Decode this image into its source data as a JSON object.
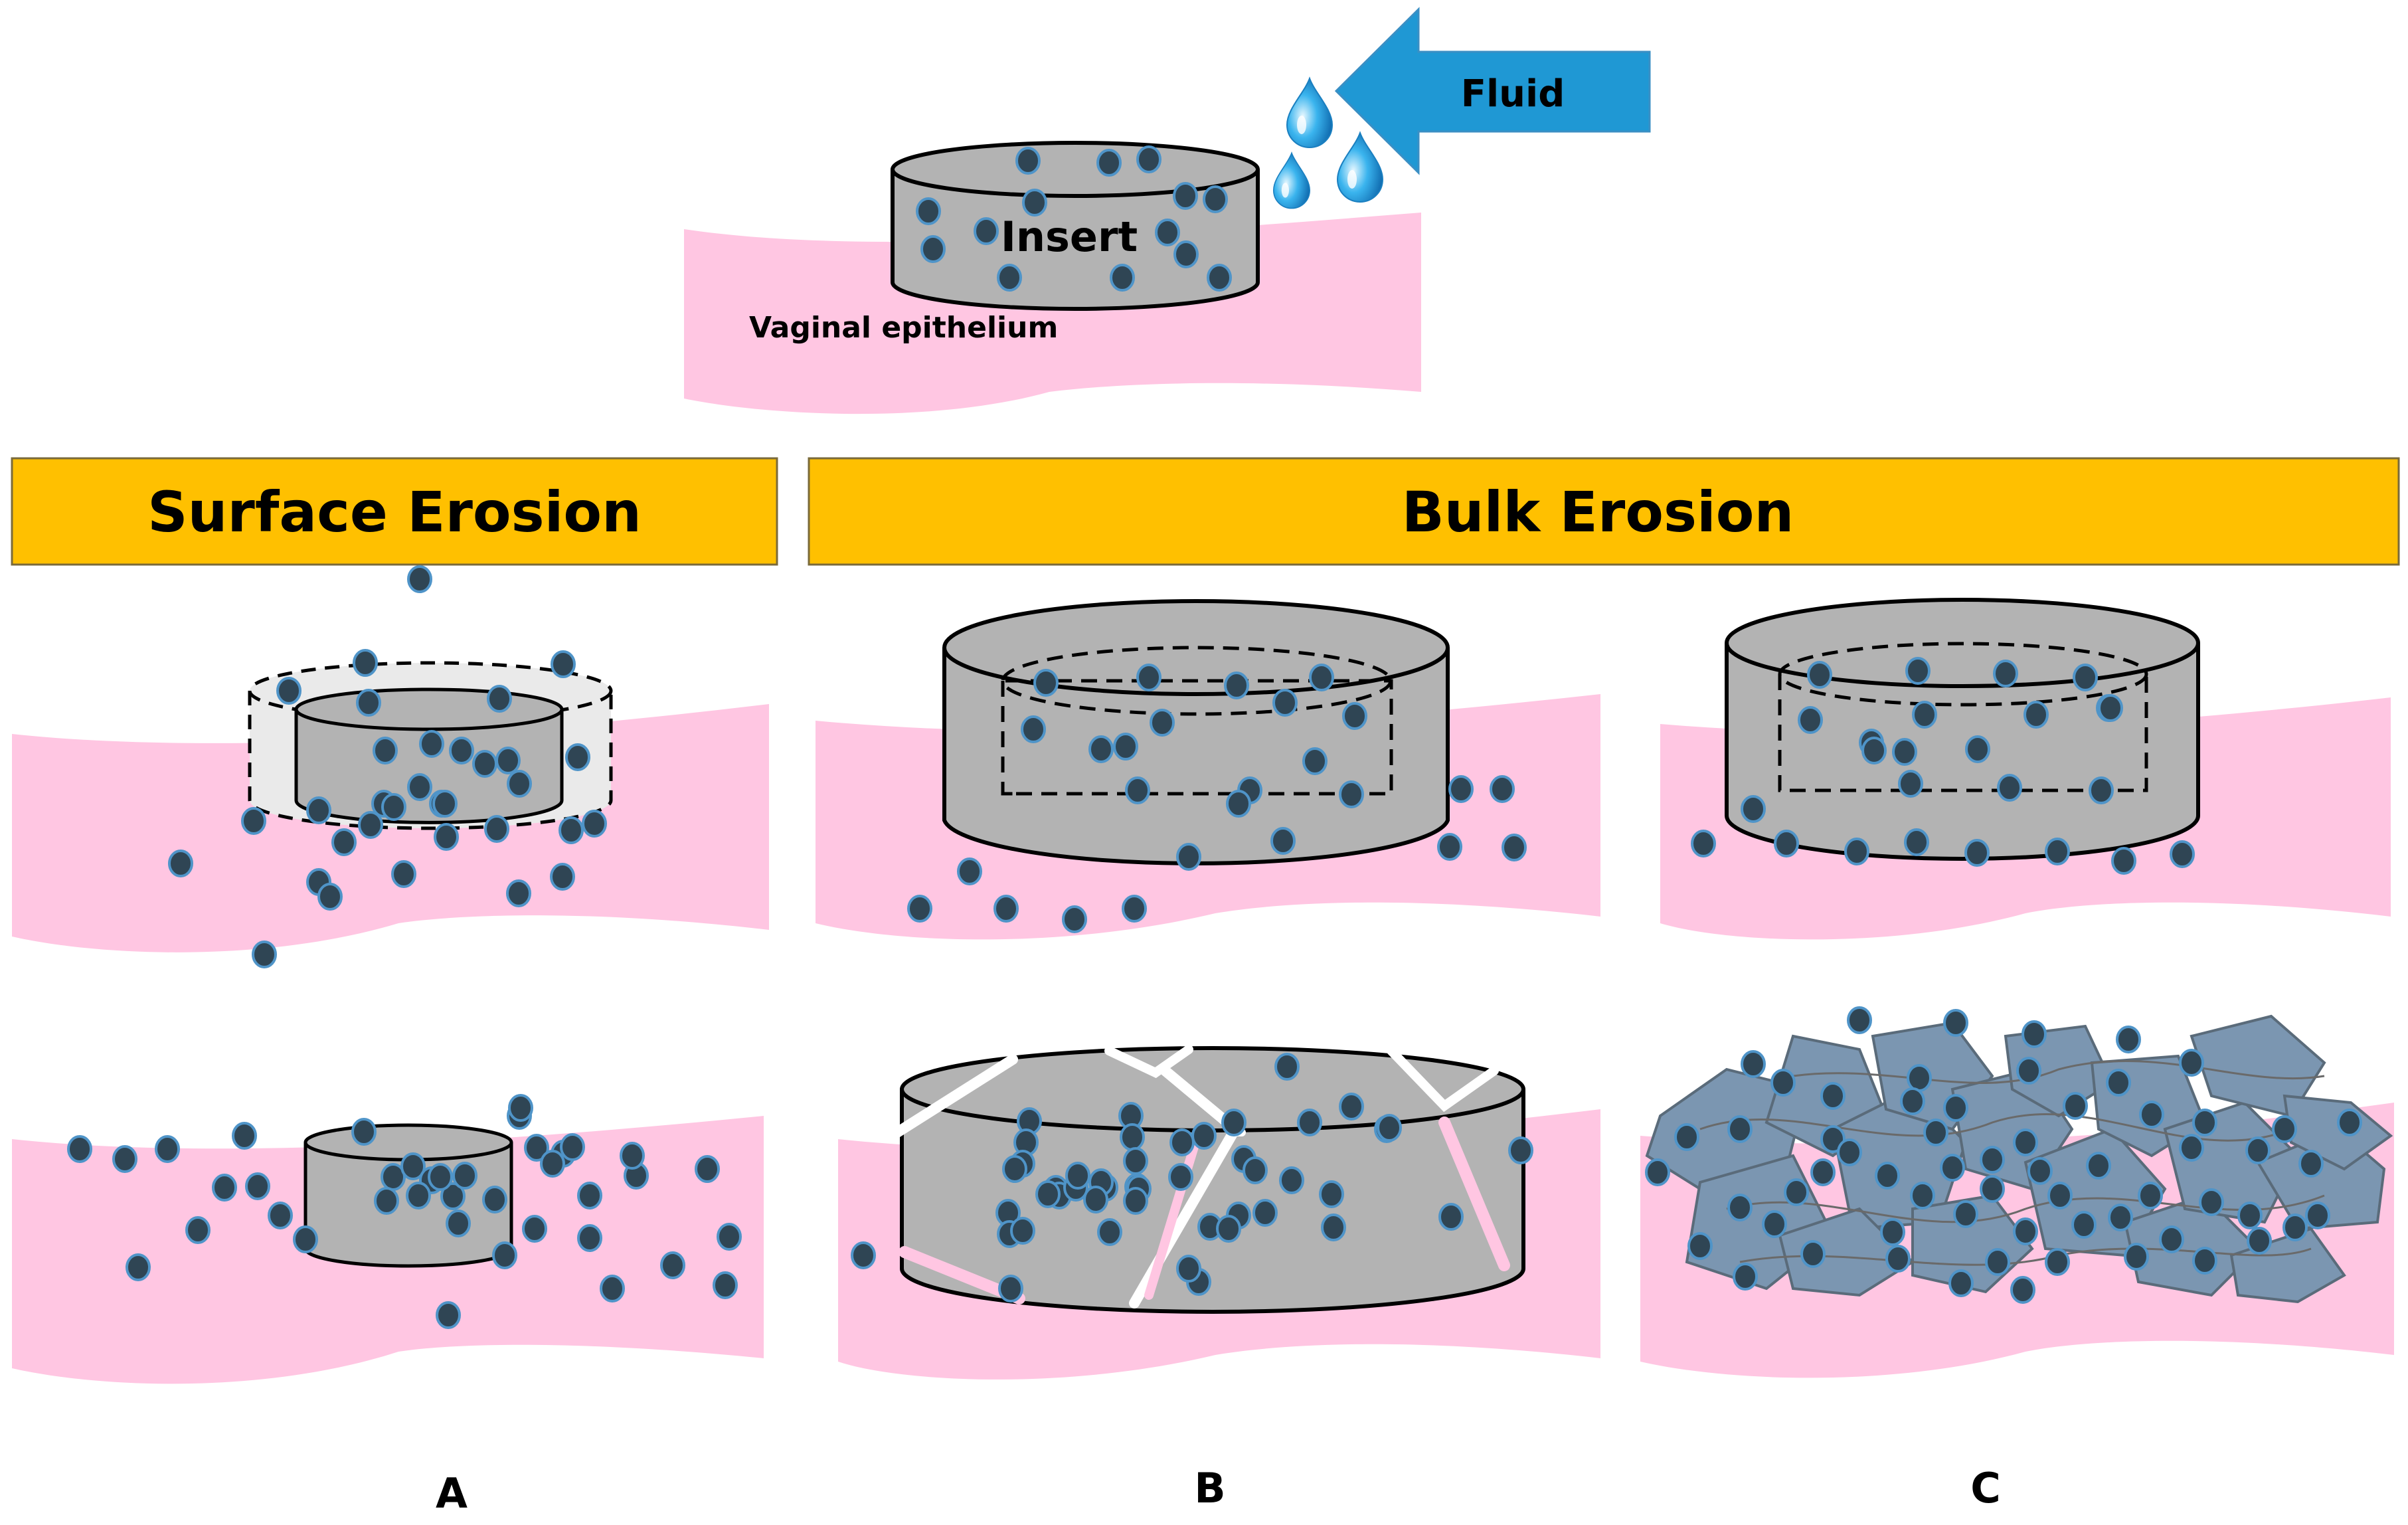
{
  "top": {
    "fluid_label": "Fluid",
    "insert_label": "Insert",
    "epithelium_label": "Vaginal epithelium"
  },
  "banners": {
    "surface": "Surface Erosion",
    "bulk": "Bulk Erosion"
  },
  "panel_letters": [
    "A",
    "B",
    "C"
  ],
  "colors": {
    "epithelium": "#ffc6e2",
    "insert": "#b3b3b3",
    "drug_particle": "#2f4554",
    "particle_outline": "#4f94c8",
    "banner": "#ffc000",
    "arrow": "#1f98d4",
    "fragment": "#7b96b1"
  },
  "icons": [
    "droplet-icon",
    "arrow-icon"
  ]
}
